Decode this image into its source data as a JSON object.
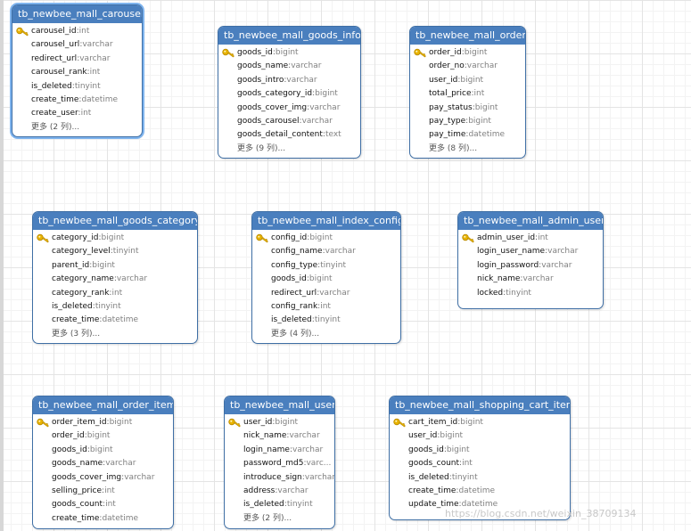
{
  "tables": [
    {
      "name": "tb_newbee_mall_carousel",
      "fields": [
        {
          "name": "carousel_id",
          "type": "int"
        },
        {
          "name": "carousel_url",
          "type": "varchar"
        },
        {
          "name": "redirect_url",
          "type": "varchar"
        },
        {
          "name": "carousel_rank",
          "type": "int"
        },
        {
          "name": "is_deleted",
          "type": "tinyint"
        },
        {
          "name": "create_time",
          "type": "datetime"
        },
        {
          "name": "create_user",
          "type": "int"
        }
      ],
      "more": "更多 (2 列)..."
    },
    {
      "name": "tb_newbee_mall_goods_info",
      "fields": [
        {
          "name": "goods_id",
          "type": "bigint"
        },
        {
          "name": "goods_name",
          "type": "varchar"
        },
        {
          "name": "goods_intro",
          "type": "varchar"
        },
        {
          "name": "goods_category_id",
          "type": "bigint"
        },
        {
          "name": "goods_cover_img",
          "type": "varchar"
        },
        {
          "name": "goods_carousel",
          "type": "varchar"
        },
        {
          "name": "goods_detail_content",
          "type": "text"
        }
      ],
      "more": "更多 (9 列)..."
    },
    {
      "name": "tb_newbee_mall_order",
      "fields": [
        {
          "name": "order_id",
          "type": "bigint"
        },
        {
          "name": "order_no",
          "type": "varchar"
        },
        {
          "name": "user_id",
          "type": "bigint"
        },
        {
          "name": "total_price",
          "type": "int"
        },
        {
          "name": "pay_status",
          "type": "bigint"
        },
        {
          "name": "pay_type",
          "type": "bigint"
        },
        {
          "name": "pay_time",
          "type": "datetime"
        }
      ],
      "more": "更多 (8 列)..."
    },
    {
      "name": "tb_newbee_mall_goods_category",
      "fields": [
        {
          "name": "category_id",
          "type": "bigint"
        },
        {
          "name": "category_level",
          "type": "tinyint"
        },
        {
          "name": "parent_id",
          "type": "bigint"
        },
        {
          "name": "category_name",
          "type": "varchar"
        },
        {
          "name": "category_rank",
          "type": "int"
        },
        {
          "name": "is_deleted",
          "type": "tinyint"
        },
        {
          "name": "create_time",
          "type": "datetime"
        }
      ],
      "more": "更多 (3 列)..."
    },
    {
      "name": "tb_newbee_mall_index_config",
      "fields": [
        {
          "name": "config_id",
          "type": "bigint"
        },
        {
          "name": "config_name",
          "type": "varchar"
        },
        {
          "name": "config_type",
          "type": "tinyint"
        },
        {
          "name": "goods_id",
          "type": "bigint"
        },
        {
          "name": "redirect_url",
          "type": "varchar"
        },
        {
          "name": "config_rank",
          "type": "int"
        },
        {
          "name": "is_deleted",
          "type": "tinyint"
        }
      ],
      "more": "更多 (4 列)..."
    },
    {
      "name": "tb_newbee_mall_admin_user",
      "fields": [
        {
          "name": "admin_user_id",
          "type": "int"
        },
        {
          "name": "login_user_name",
          "type": "varchar"
        },
        {
          "name": "login_password",
          "type": "varchar"
        },
        {
          "name": "nick_name",
          "type": "varchar"
        },
        {
          "name": "locked",
          "type": "tinyint"
        }
      ],
      "more": ""
    },
    {
      "name": "tb_newbee_mall_order_item",
      "fields": [
        {
          "name": "order_item_id",
          "type": "bigint"
        },
        {
          "name": "order_id",
          "type": "bigint"
        },
        {
          "name": "goods_id",
          "type": "bigint"
        },
        {
          "name": "goods_name",
          "type": "varchar"
        },
        {
          "name": "goods_cover_img",
          "type": "varchar"
        },
        {
          "name": "selling_price",
          "type": "int"
        },
        {
          "name": "goods_count",
          "type": "int"
        },
        {
          "name": "create_time",
          "type": "datetime"
        }
      ],
      "more": ""
    },
    {
      "name": "tb_newbee_mall_user",
      "fields": [
        {
          "name": "user_id",
          "type": "bigint"
        },
        {
          "name": "nick_name",
          "type": "varchar"
        },
        {
          "name": "login_name",
          "type": "varchar"
        },
        {
          "name": "password_md5",
          "type": "varc..."
        },
        {
          "name": "introduce_sign",
          "type": "varchar"
        },
        {
          "name": "address",
          "type": "varchar"
        },
        {
          "name": "is_deleted",
          "type": "tinyint"
        }
      ],
      "more": "更多 (2 列)..."
    },
    {
      "name": "tb_newbee_mall_shopping_cart_item",
      "fields": [
        {
          "name": "cart_item_id",
          "type": "bigint"
        },
        {
          "name": "user_id",
          "type": "bigint"
        },
        {
          "name": "goods_id",
          "type": "bigint"
        },
        {
          "name": "goods_count",
          "type": "int"
        },
        {
          "name": "is_deleted",
          "type": "tinyint"
        },
        {
          "name": "create_time",
          "type": "datetime"
        },
        {
          "name": "update_time",
          "type": "datetime"
        }
      ],
      "more": ""
    }
  ],
  "watermark": "https://blog.csdn.net/weixin_38709134",
  "colors": {
    "header": "#4a7fbe",
    "border": "#3f6fa5",
    "key": "#e8b300",
    "selected_glow": "#7fb4ee"
  }
}
